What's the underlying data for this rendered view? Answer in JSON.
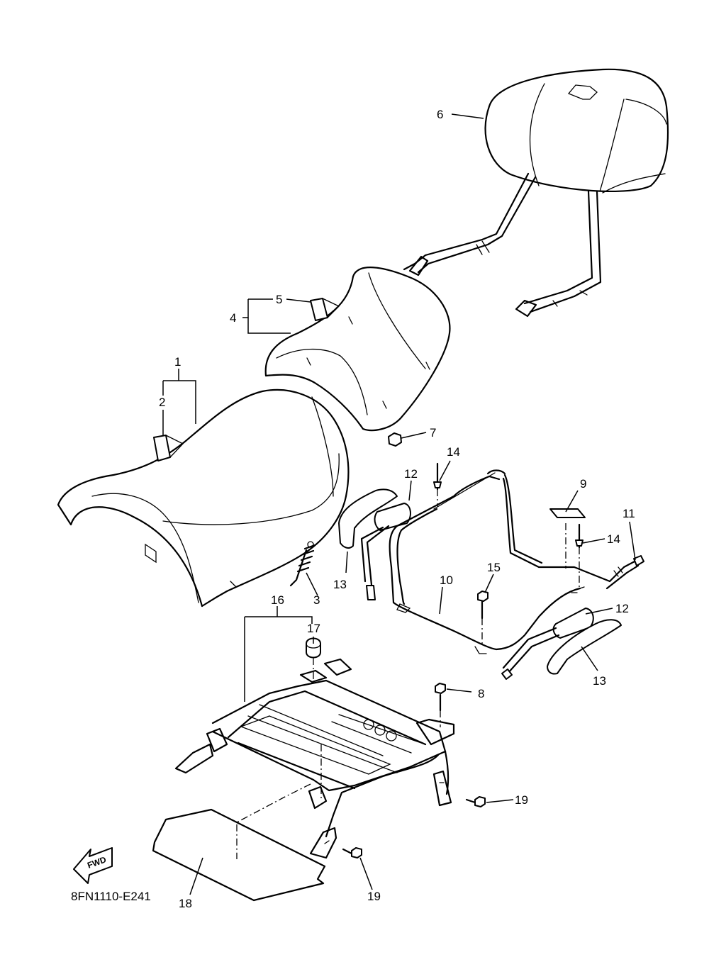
{
  "diagram_code": "8FN1110-E241",
  "fwd_label": "FWD",
  "callouts": {
    "c1": "1",
    "c2": "2",
    "c3": "3",
    "c4": "4",
    "c5": "5",
    "c6": "6",
    "c7": "7",
    "c8": "8",
    "c9": "9",
    "c10": "10",
    "c11": "11",
    "c12a": "12",
    "c12b": "12",
    "c13a": "13",
    "c13b": "13",
    "c14a": "14",
    "c14b": "14",
    "c15": "15",
    "c16": "16",
    "c17": "17",
    "c18": "18",
    "c19a": "19",
    "c19b": "19"
  }
}
